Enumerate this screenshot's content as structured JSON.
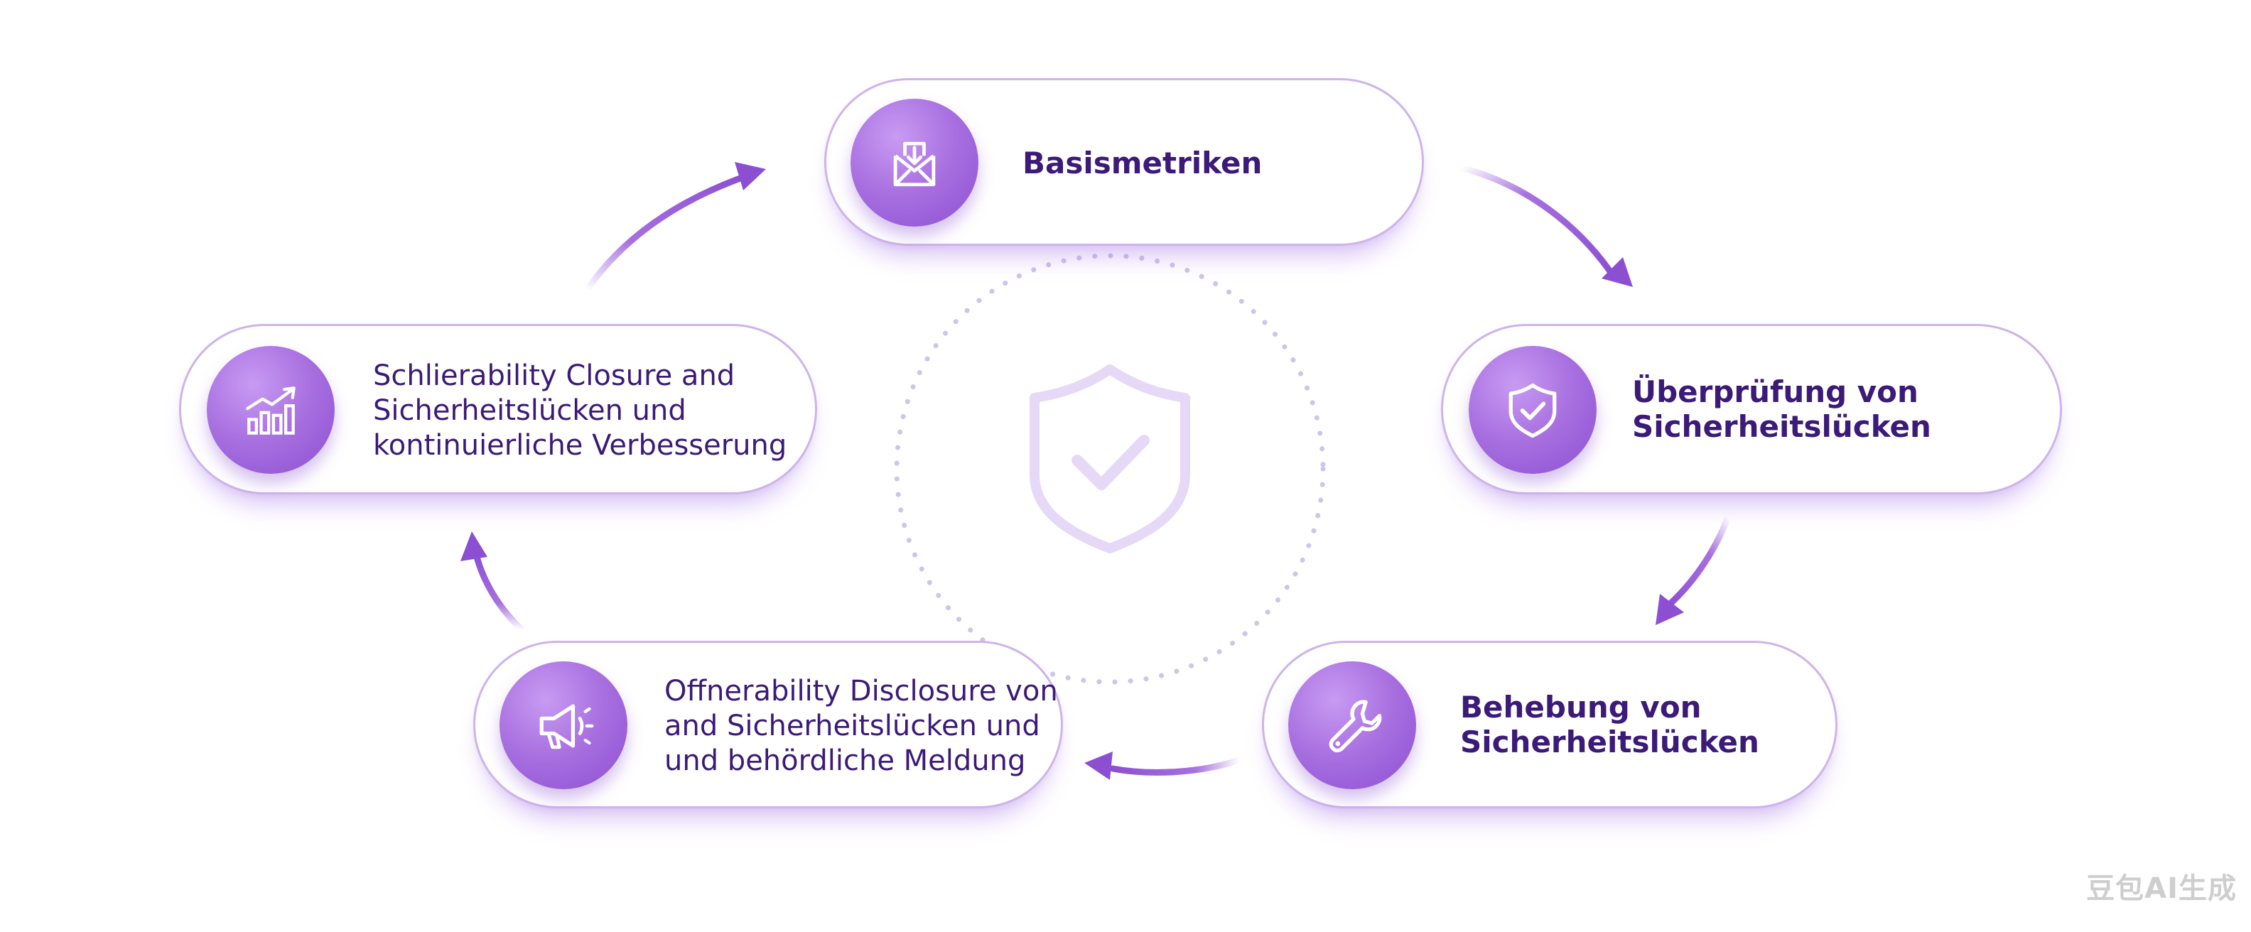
{
  "diagram": {
    "steps": [
      {
        "id": "basismetriken",
        "label": "Basismetriken",
        "icon": "envelope-download-icon"
      },
      {
        "id": "ueberpruefung",
        "label": "Überprüfung von\nSicherheitslücken",
        "icon": "shield-check-icon"
      },
      {
        "id": "behebung",
        "label": "Behebung von\nSicherheitslücken",
        "icon": "wrench-icon"
      },
      {
        "id": "disclosure",
        "label": "Offnerability Disclosure von\nand Sicherheitslücken und\nund behördliche Meldung",
        "icon": "megaphone-icon"
      },
      {
        "id": "closure",
        "label": "Schlierability Closure and\nSicherheitslücken und\nkontinuierliche Verbesserung",
        "icon": "bar-chart-trend-icon"
      }
    ],
    "center_icon": "shield-check-icon",
    "colors": {
      "accent": "#9d5fdc",
      "accent_dark": "#8c4fd2",
      "text": "#3b1a78",
      "pill_border": "#cdb4ea",
      "dots": "#cfc4ec",
      "center_shield": "#e6d8f7"
    }
  },
  "watermark": "豆包AI生成"
}
